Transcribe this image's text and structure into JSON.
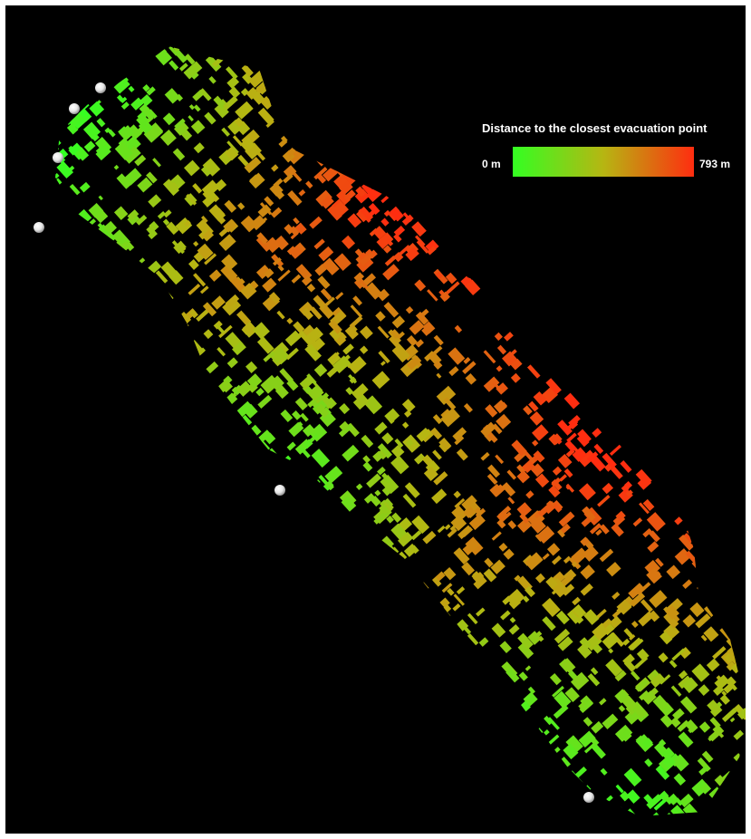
{
  "legend": {
    "title": "Distance to the closest evacuation point",
    "min_label": "0 m",
    "max_label": "793 m",
    "min_value": 0,
    "max_value": 793,
    "color_low": "#33ff22",
    "color_mid": "#b6b612",
    "color_high": "#ff2d10"
  },
  "colors": {
    "background": "#000000",
    "marker": "#ffffff"
  },
  "map": {
    "feature": "city blocks colored by distance to the closest evacuation point",
    "evacuation_point_icon": "sphere-marker"
  }
}
